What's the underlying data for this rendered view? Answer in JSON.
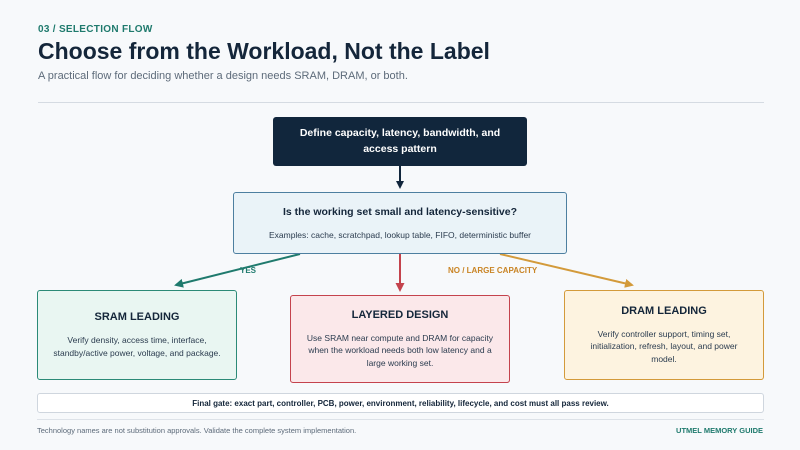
{
  "header": {
    "eyebrow": "03 / SELECTION FLOW",
    "title": "Choose from the Workload, Not the Label",
    "subtitle": "A practical flow for deciding whether a design needs SRAM, DRAM, or both."
  },
  "flow": {
    "start": "Define capacity, latency, bandwidth, and access pattern",
    "question": {
      "title": "Is the working set small and latency-sensitive?",
      "examples": "Examples: cache, scratchpad, lookup table, FIFO, deterministic buffer"
    },
    "edges": {
      "yes": "YES",
      "no": "NO / LARGE CAPACITY"
    },
    "outcomes": {
      "sram": {
        "title": "SRAM LEADING",
        "body": "Verify density, access time, interface, standby/active power, voltage, and package."
      },
      "layered": {
        "title": "LAYERED DESIGN",
        "body": "Use SRAM near compute and DRAM for capacity when the workload needs both low latency and a large working set."
      },
      "dram": {
        "title": "DRAM LEADING",
        "body": "Verify controller support, timing set, initialization, refresh, layout, and power model."
      }
    },
    "gate": "Final gate: exact part, controller, PCB, power, environment, reliability, lifecycle, and cost must all pass review."
  },
  "footer": {
    "note": "Technology names are not substitution approvals. Validate the complete system implementation.",
    "brand": "UTMEL MEMORY GUIDE"
  },
  "colors": {
    "navy": "#11263c",
    "teal": "#1f7a6d",
    "red": "#c4434d",
    "amber": "#d39a3a"
  }
}
